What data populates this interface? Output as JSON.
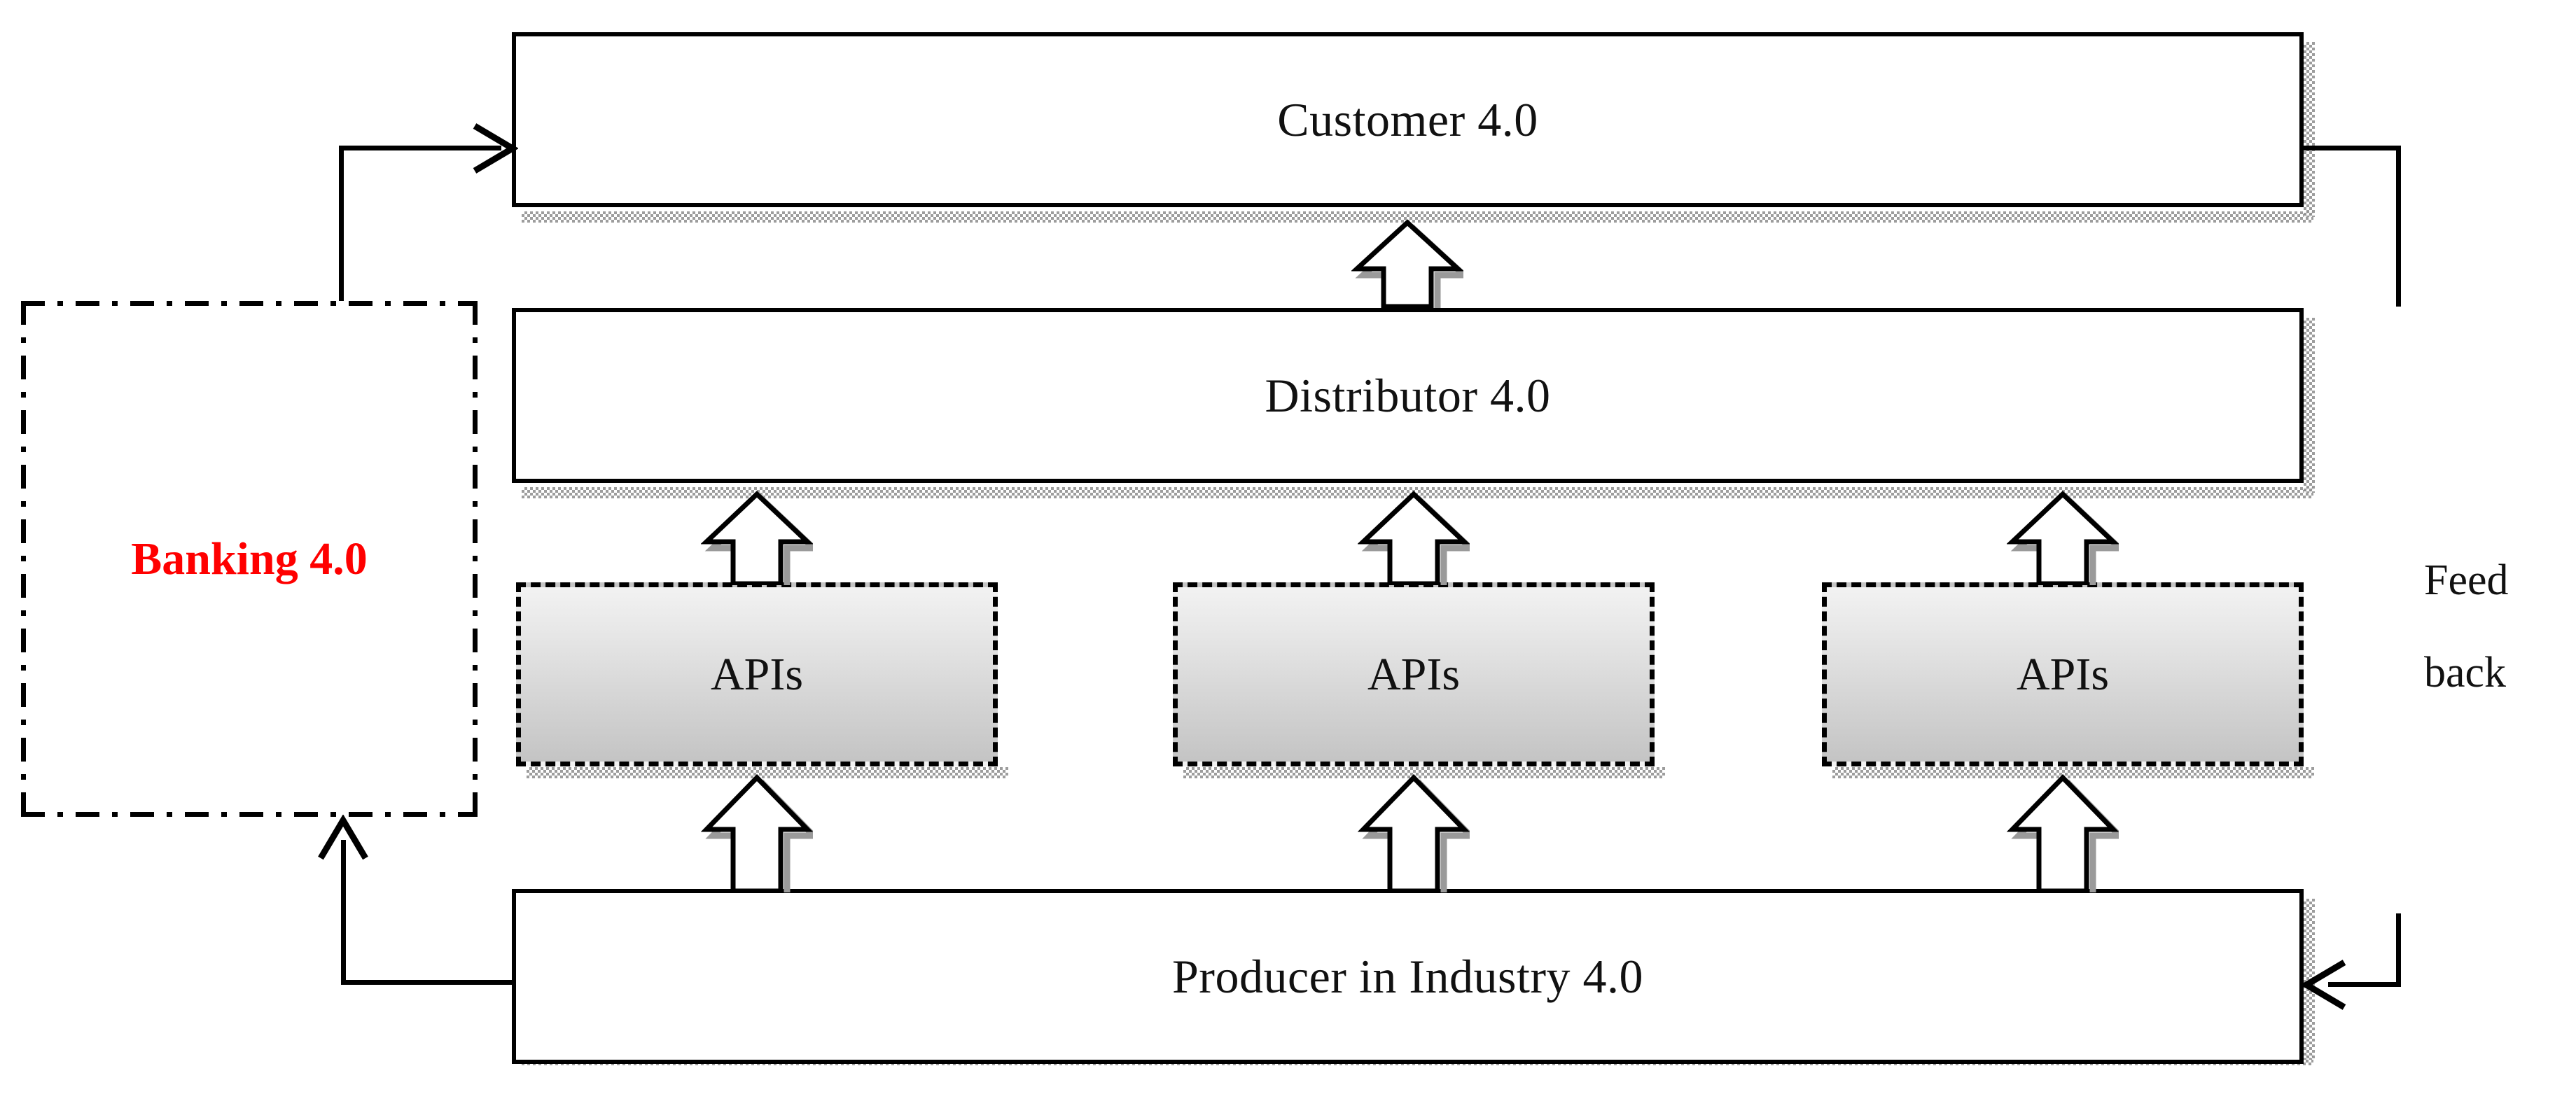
{
  "diagram": {
    "title": "Banking 4.0 value chain diagram",
    "colors": {
      "banking_text": "#FF0000",
      "box_border": "#000000",
      "box_fill": "#FFFFFF",
      "api_gradient_top": "#F2F2F2",
      "api_gradient_bottom": "#C4C4C4",
      "shadow": "#8D8D8D",
      "label_text": "#111111"
    },
    "nodes": {
      "customer": {
        "label": "Customer 4.0",
        "border_style": "solid",
        "shadow": true
      },
      "distributor": {
        "label": "Distributor 4.0",
        "border_style": "solid",
        "shadow": true
      },
      "producer": {
        "label": "Producer in Industry 4.0",
        "border_style": "solid",
        "shadow": true
      },
      "banking": {
        "label": "Banking 4.0",
        "border_style": "dash-dot",
        "shadow": false
      },
      "apis": [
        {
          "label": "APIs",
          "border_style": "dashed",
          "shadow": true
        },
        {
          "label": "APIs",
          "border_style": "dashed",
          "shadow": true
        },
        {
          "label": "APIs",
          "border_style": "dashed",
          "shadow": true
        }
      ]
    },
    "annotations": {
      "feedback_line_1": "Feed",
      "feedback_line_2": "back"
    },
    "edges": {
      "banking_to_customer": "Banking 4.0 to Customer 4.0",
      "producer_to_banking": "Producer in Industry 4.0 to Banking 4.0",
      "customer_to_producer_feedback": "Customer 4.0 feed back to Producer in Industry 4.0",
      "distributor_to_customer": "Distributor 4.0 to Customer 4.0",
      "apis_to_distributor": "APIs to Distributor 4.0",
      "producer_to_apis": "Producer in Industry 4.0 to APIs"
    }
  }
}
